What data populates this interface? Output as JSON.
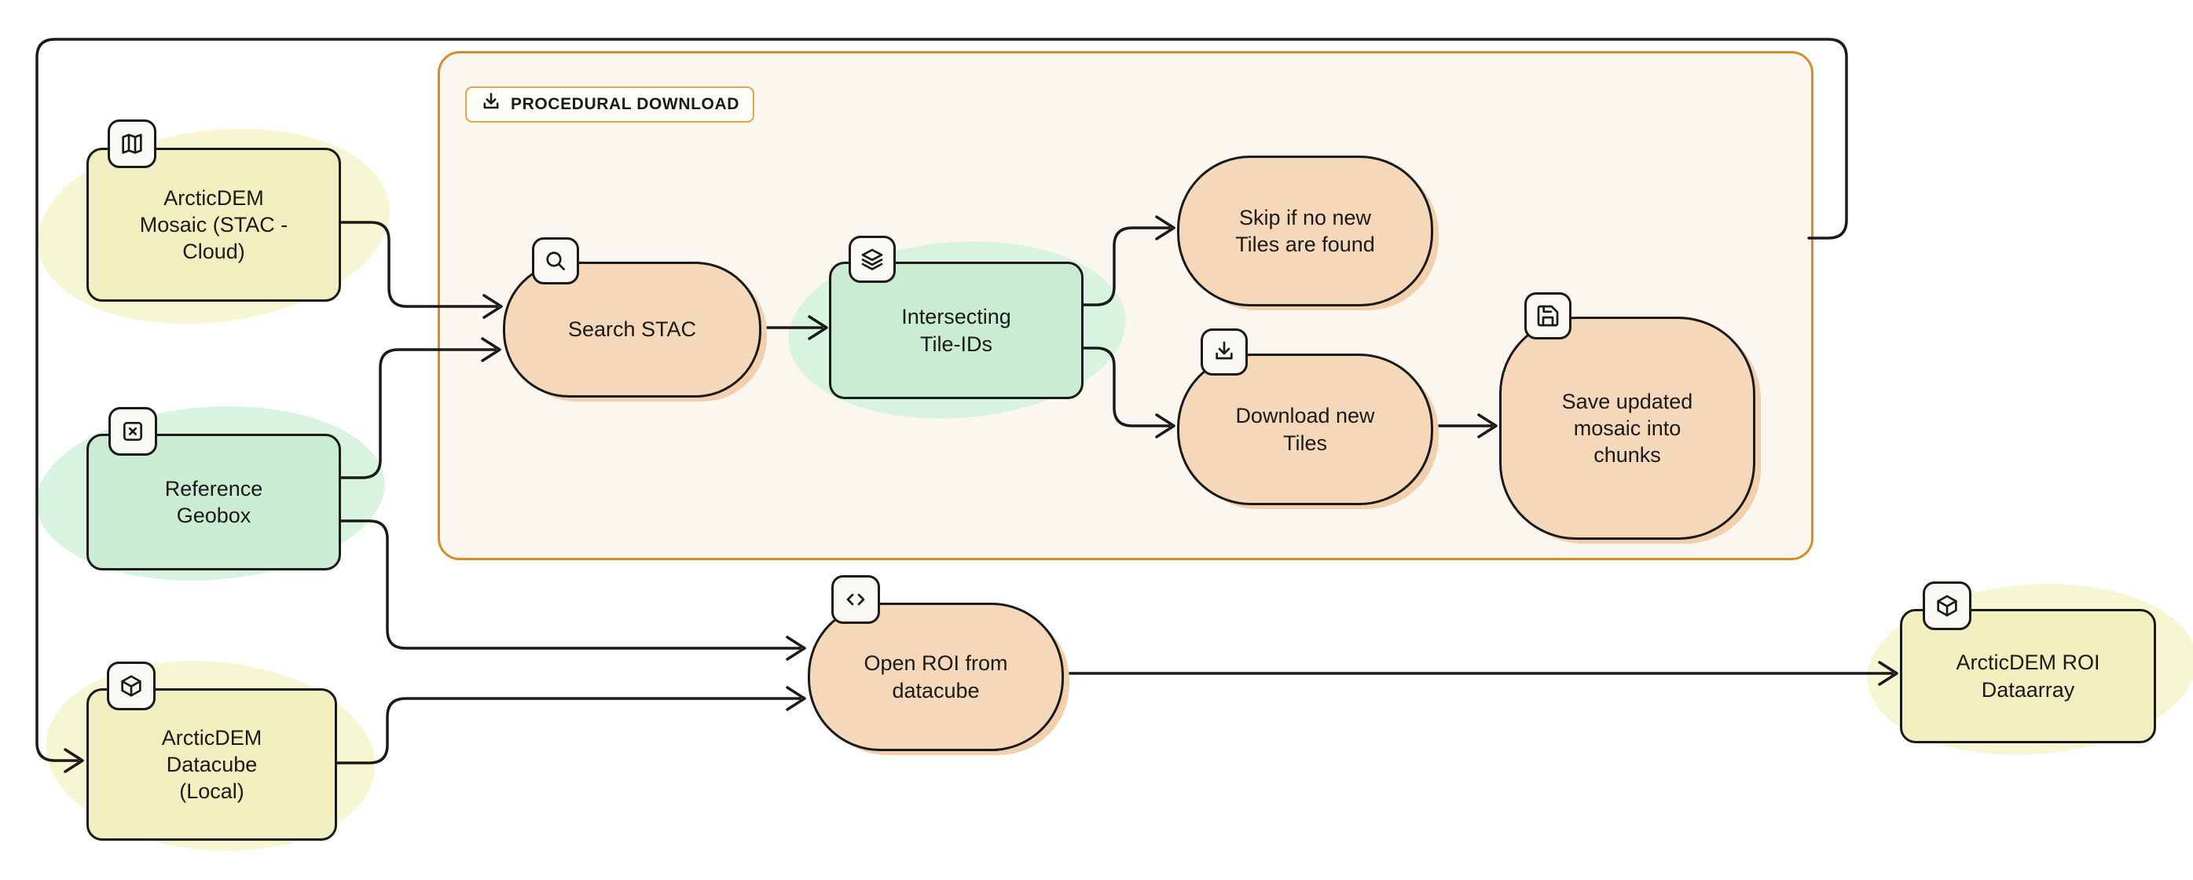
{
  "diagram": {
    "title": "ArcticDEM procedural download flowchart",
    "colors": {
      "stroke": "#1a1a1a",
      "yellow_fill": "#f1efbf",
      "green_fill": "#c9ecd3",
      "peach_fill": "#f5d7ba",
      "yellow_highlight": "#f7f6d2",
      "green_highlight": "#d8f3df",
      "container_fill": "#fbf7f0",
      "container_border": "#d98c26",
      "badge_fill": "#faf8f2"
    },
    "container": {
      "label": "PROCEDURAL DOWNLOAD",
      "icon": "download-icon"
    },
    "nodes": {
      "mosaic": {
        "label": [
          "ArcticDEM",
          "Mosaic (STAC -",
          "Cloud)"
        ],
        "icon": "map-icon"
      },
      "geobox": {
        "label": [
          "Reference",
          "Geobox"
        ],
        "icon": "x-square-icon"
      },
      "datacube": {
        "label": [
          "ArcticDEM",
          "Datacube",
          "(Local)"
        ],
        "icon": "cube-icon"
      },
      "search": {
        "label": [
          "Search STAC"
        ],
        "icon": "search-icon"
      },
      "tileids": {
        "label": [
          "Intersecting",
          "Tile-IDs"
        ],
        "icon": "layers-icon"
      },
      "skip": {
        "label": [
          "Skip if no new",
          "Tiles are found"
        ]
      },
      "download": {
        "label": [
          "Download new",
          "Tiles"
        ],
        "icon": "download-icon"
      },
      "save": {
        "label": [
          "Save updated",
          "mosaic into",
          "chunks"
        ],
        "icon": "save-icon"
      },
      "openroi": {
        "label": [
          "Open ROI from",
          "datacube"
        ],
        "icon": "code-icon"
      },
      "dataarray": {
        "label": [
          "ArcticDEM ROI",
          "Dataarray"
        ],
        "icon": "cube-icon"
      }
    },
    "edges": [
      {
        "from": "mosaic",
        "to": "search"
      },
      {
        "from": "geobox",
        "to": "search"
      },
      {
        "from": "search",
        "to": "tileids"
      },
      {
        "from": "tileids",
        "to": "skip"
      },
      {
        "from": "tileids",
        "to": "download"
      },
      {
        "from": "download",
        "to": "save"
      },
      {
        "from": "geobox",
        "to": "openroi"
      },
      {
        "from": "datacube",
        "to": "openroi"
      },
      {
        "from": "openroi",
        "to": "dataarray"
      },
      {
        "from": "procedural-download-container",
        "to": "datacube"
      }
    ]
  }
}
